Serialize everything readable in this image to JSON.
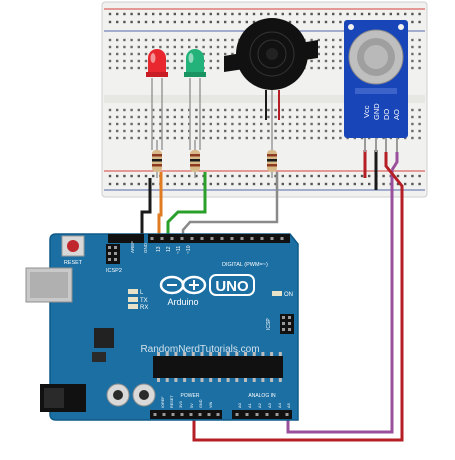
{
  "watermark": "RandomNerdTutorials.com",
  "arduino": {
    "brand": "Arduino",
    "model": "UNO",
    "reset_label": "RESET",
    "icsp2_label": "ICSP2",
    "icsp_label": "ICSP",
    "led_l": "L",
    "led_tx": "TX",
    "led_rx": "RX",
    "led_on": "ON",
    "digital_label": "DIGITAL (PWM=~)",
    "power_label": "POWER",
    "analog_label": "ANALOG IN",
    "aref_label": "AREF",
    "gnd_label": "GND",
    "pin13": "13",
    "pin12": "12",
    "pin11": "~11",
    "pin10": "~10",
    "ioref_label": "IOREF",
    "reset_pin_label": "RESET",
    "v33_label": "3V3",
    "v5_label": "5V",
    "vin_label": "VIN",
    "a0": "A0",
    "a1": "A1",
    "a2": "A2",
    "a3": "A3",
    "a4": "A4",
    "a5": "A5"
  },
  "sensor": {
    "pin_vcc": "Vcc",
    "pin_gnd": "GND",
    "pin_do": "DO",
    "pin_ao": "AO"
  },
  "colors": {
    "board": "#1b6fa3",
    "board_dark": "#0e5a88",
    "sensor_board": "#1846b8",
    "led_red": "#e8272f",
    "led_green": "#23b37a",
    "wire_black": "#1a1a1a",
    "wire_orange": "#e07b21",
    "wire_green": "#2aa02a",
    "wire_gray": "#8a8a8a",
    "wire_red": "#b41e24",
    "wire_purple": "#9a4f9c",
    "breadboard": "#f1f1ef",
    "rail_red": "#d9413e",
    "rail_blue": "#5566aa"
  }
}
